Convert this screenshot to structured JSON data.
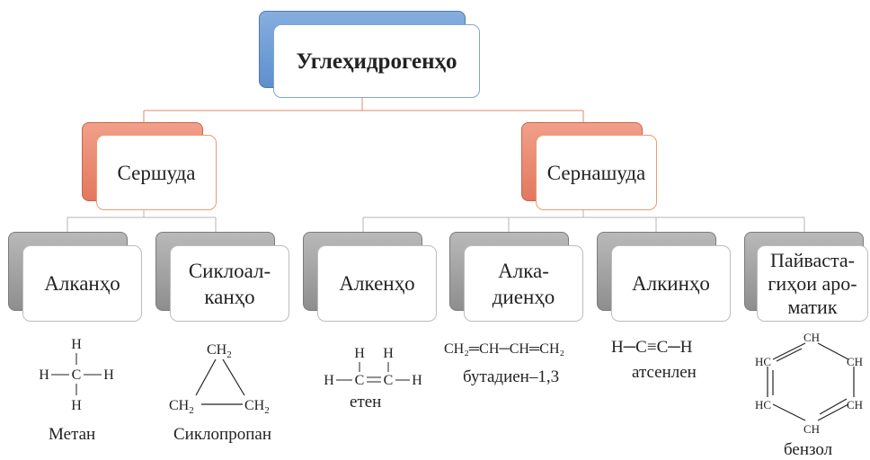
{
  "root": {
    "label": "Углеҳидрогенҳо"
  },
  "groups": [
    {
      "label": "Сершуда"
    },
    {
      "label": "Сернашуда"
    }
  ],
  "classes": [
    {
      "label": "Алканҳо"
    },
    {
      "label": "Сиклоал-\nканҳо"
    },
    {
      "label": "Алкенҳо"
    },
    {
      "label": "Алка-\nдиенҳо"
    },
    {
      "label": "Алкинҳо"
    },
    {
      "label": "Пайваста-\nгиҳои аро-\nматик"
    }
  ],
  "examples": {
    "methane": {
      "name": "Метан",
      "atom_h": "H",
      "atom_c": "C"
    },
    "cyclopropane": {
      "name": "Сиклопропан",
      "group": "CH",
      "sub": "2"
    },
    "ethene": {
      "name": "етен",
      "atom_h": "H",
      "atom_c": "C"
    },
    "butadiene": {
      "name": "бутадиен–1,3",
      "formula": "CH₂═CH─CH═CH₂"
    },
    "acetylene": {
      "name": "атсенлен",
      "formula": "H─C≡C─H"
    },
    "benzene": {
      "name": "бензол",
      "ch": "CH",
      "hc": "HC"
    }
  }
}
